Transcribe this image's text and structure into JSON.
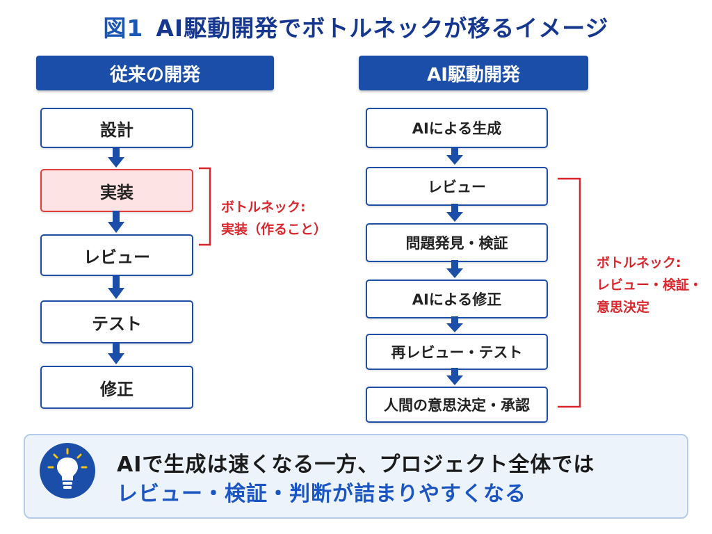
{
  "title": {
    "figure_label": "図1",
    "text": "AI駆動開発でボトルネックが移るイメージ"
  },
  "left_column": {
    "header": "従来の開発",
    "steps": [
      "設計",
      "実装",
      "レビュー",
      "テスト",
      "修正"
    ],
    "highlighted_step": "実装",
    "bottleneck_note": [
      "ボトルネック:",
      "実装（作ること）"
    ]
  },
  "right_column": {
    "header": "AI駆動開発",
    "steps": [
      "AIによる生成",
      "レビュー",
      "問題発見・検証",
      "AIによる修正",
      "再レビュー・テスト",
      "人間の意思決定・承認"
    ],
    "bottleneck_note": [
      "ボトルネック:",
      "レビュー・検証・",
      "意思決定"
    ]
  },
  "banner": {
    "icon": "lightbulb-icon",
    "line1": "AIで生成は速くなる一方、プロジェクト全体では",
    "line2": "レビュー・検証・判断が詰まりやすくなる"
  },
  "colors": {
    "navy": "#1a4ea8",
    "title": "#16378f",
    "accent_red": "#d8262c",
    "highlight_fill": "#fde3e3",
    "banner_bg": "#edf3fb",
    "banner_text_blue": "#1b56c2"
  }
}
